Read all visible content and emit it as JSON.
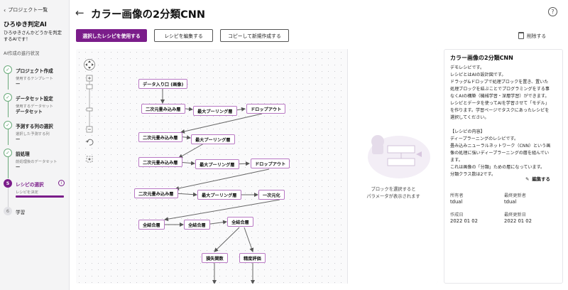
{
  "sidebar": {
    "back_label": "プロジェクト一覧",
    "model_title": "ひろゆき判定AI",
    "model_desc_lines": [
      "ひろゆきさんかどうかを判定",
      "するAIです！"
    ],
    "progress_heading": "AI作成の進行状況",
    "steps": [
      {
        "num": "✓",
        "title": "プロジェクト作成",
        "sub": "使用するテンプレート",
        "value": "ー",
        "state": "done"
      },
      {
        "num": "✓",
        "title": "データセット設定",
        "sub": "使用するデータセット",
        "value": "データセット",
        "state": "done"
      },
      {
        "num": "✓",
        "title": "予測する列の選択",
        "sub": "選択した予測する列",
        "value": "ー",
        "state": "done"
      },
      {
        "num": "✓",
        "title": "前処理",
        "sub": "前処理後のデータセット",
        "value": "ー",
        "state": "done"
      },
      {
        "num": "5",
        "title": "レシピの選択",
        "sub": "レシピを決定",
        "value": "",
        "state": "active",
        "info": "i"
      },
      {
        "num": "6",
        "title": "学習",
        "sub": "",
        "value": "",
        "state": "todo"
      }
    ]
  },
  "header": {
    "title": "カラー画像の2分類CNN",
    "help": "?"
  },
  "toolbar": {
    "use_recipe": "選択したレシピを使用する",
    "edit_recipe": "レシピを編集する",
    "copy_new": "コピーして新規作成する",
    "delete": "削除する"
  },
  "canvas": {
    "zoom_fit_icon": "fit-icon",
    "nodes": [
      {
        "id": "n1",
        "label": "データ入り口 (画像)"
      },
      {
        "id": "n2",
        "label": "二次元畳み込み層"
      },
      {
        "id": "n3",
        "label": "最大プーリング層"
      },
      {
        "id": "n4",
        "label": "ドロップアウト"
      },
      {
        "id": "n5",
        "label": "二次元畳み込み層"
      },
      {
        "id": "n6",
        "label": "最大プーリング層"
      },
      {
        "id": "n7",
        "label": "二次元畳み込み層"
      },
      {
        "id": "n8",
        "label": "最大プーリング層"
      },
      {
        "id": "n9",
        "label": "ドロップアウト"
      },
      {
        "id": "n10",
        "label": "二次元畳み込み層"
      },
      {
        "id": "n11",
        "label": "最大プーリング層"
      },
      {
        "id": "n12",
        "label": "一次元化"
      },
      {
        "id": "n13",
        "label": "全結合層"
      },
      {
        "id": "n14",
        "label": "全結合層"
      },
      {
        "id": "n15",
        "label": "全結合層"
      },
      {
        "id": "n16",
        "label": "損失関数"
      },
      {
        "id": "n17",
        "label": "精度評価"
      }
    ],
    "param_message_lines": [
      "ブロックを選択すると",
      "パラメータが表示されます"
    ]
  },
  "info": {
    "title": "カラー画像の2分類CNN",
    "desc_lines": [
      "デモレシピです。",
      "レシピとはAIの設計図です。",
      "ドラッグ&ドロップで処理ブロックを置き、置いた",
      "処理ブロックを結ぶことでプログラミングをする事",
      "なくAIの構築（機械学習・深層学習）ができます。",
      "レシピとデータを使ってAIを学習させて「モデル」",
      "を作ります。学習ページでタスクにあったレシピを",
      "選択してください。",
      "",
      "【レシピの内容】",
      "ディープラーニングのレシピです。",
      "畳み込みニューラルネットワーク（CNN）という画",
      "像の処理に強いディープラーニングの層を組んでい",
      "ます。",
      "これは画像の「分類」ための層になっています。",
      "分類クラス数は2です。"
    ],
    "edit_label": "編集する",
    "owner_label": "所有者",
    "owner_value": "tdual",
    "updater_label": "最終更新者",
    "updater_value": "tdual",
    "created_label": "作成日",
    "created_value": "2022 01 02",
    "updated_label": "最終更新日",
    "updated_value": "2022 01 02"
  },
  "colors": {
    "accent": "#7b1d8a",
    "done": "#6aaa7a",
    "node_border": "#b979c4"
  }
}
